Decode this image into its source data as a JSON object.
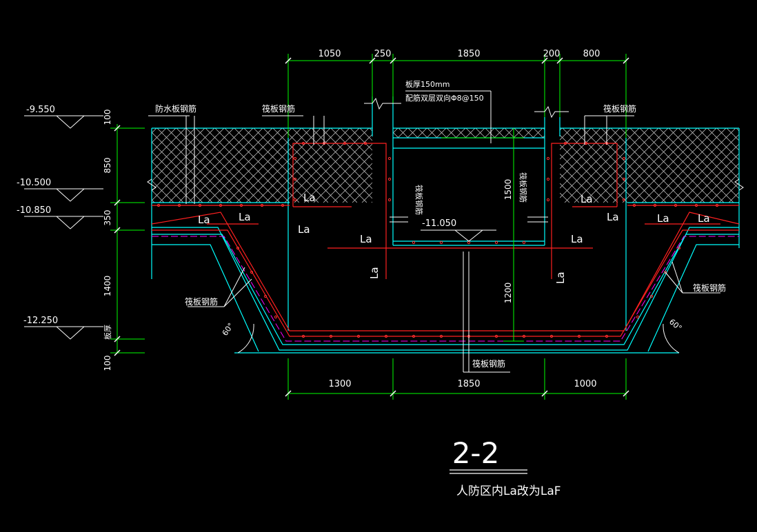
{
  "colors": {
    "background": "#000000",
    "dimension": "#00ff00",
    "concrete_outline": "#00ffff",
    "rebar": "#ff2020",
    "text": "#ffffff",
    "waterproof": "#ff00ff",
    "hatch": "#c8c8c8"
  },
  "drawing": {
    "title": "2-2",
    "note": "人防区内La改为LaF"
  },
  "top_dimensions": [
    "1050",
    "250",
    "1850",
    "200",
    "800"
  ],
  "bottom_dimensions": [
    "1300",
    "1850",
    "1000"
  ],
  "left_dimensions": [
    "100",
    "850",
    "350",
    "1400",
    "板厚",
    "100"
  ],
  "elevations": [
    "-9.550",
    "-10.500",
    "-10.850",
    "-12.250",
    "-11.050"
  ],
  "labels": {
    "waterproof_plate_rebar": "防水板钢筋",
    "raft_rebar_top_left": "筏板钢筋",
    "raft_rebar_top_right": "筏板钢筋",
    "slab_thickness": "板厚150mm",
    "double_layer_rebar": "配筋双层双向Φ8@150",
    "raft_rebar_vert_left": "筏板钢筋",
    "raft_rebar_vert_right": "筏板钢筋",
    "dim_1500": "1500",
    "dim_1200": "1200",
    "raft_rebar_left_slope": "筏板钢筋",
    "raft_rebar_right_slope": "筏板钢筋",
    "raft_rebar_bottom": "筏板钢筋",
    "angle_left": "60°",
    "angle_right": "60°"
  },
  "la_label": "La"
}
